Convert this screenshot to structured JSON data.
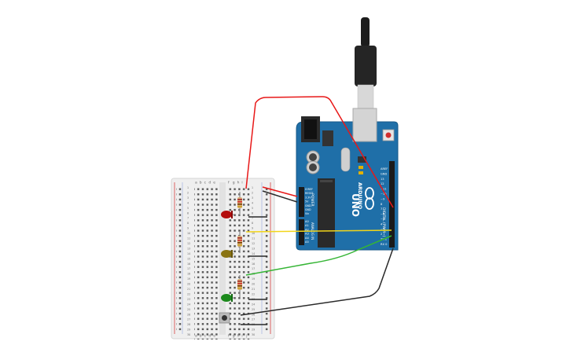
{
  "breadboard": {
    "column_letters_left": [
      "a",
      "b",
      "c",
      "d",
      "e"
    ],
    "column_letters_right": [
      "f",
      "g",
      "h",
      "i",
      "j"
    ],
    "row_count": 30
  },
  "arduino": {
    "brand": "ARDUINO",
    "model": "UNO",
    "digital_label": "DIGITAL (PWM~)",
    "power_label": "POWER",
    "analog_label": "ANALOG IN",
    "digital_pins": [
      "AREF",
      "GND",
      "13",
      "12",
      "~11",
      "~10",
      "~9",
      "8",
      "7",
      "~6",
      "~5",
      "4",
      "~3",
      "2",
      "TX 1",
      "RX 0"
    ],
    "power_pins": [
      "IOREF",
      "RESET",
      "3.3V",
      "5V",
      "GND",
      "GND",
      "Vin"
    ],
    "analog_pins": [
      "A0",
      "A1",
      "A2",
      "A3",
      "A4",
      "A5"
    ]
  },
  "components": {
    "leds": [
      {
        "color_name": "red",
        "hex": "#b30d0d"
      },
      {
        "color_name": "yellow",
        "hex": "#8a7412"
      },
      {
        "color_name": "green",
        "hex": "#1c8a1c"
      }
    ],
    "resistor_count": 3,
    "pushbutton_count": 1
  },
  "wire_colors": {
    "red": "#e81818",
    "yellow": "#f2d51a",
    "green": "#35b535",
    "black": "#2a2a2a"
  },
  "colors": {
    "board_blue": "#1f6fa8",
    "breadboard": "#eeeeee",
    "usb_cable": "#222222"
  }
}
